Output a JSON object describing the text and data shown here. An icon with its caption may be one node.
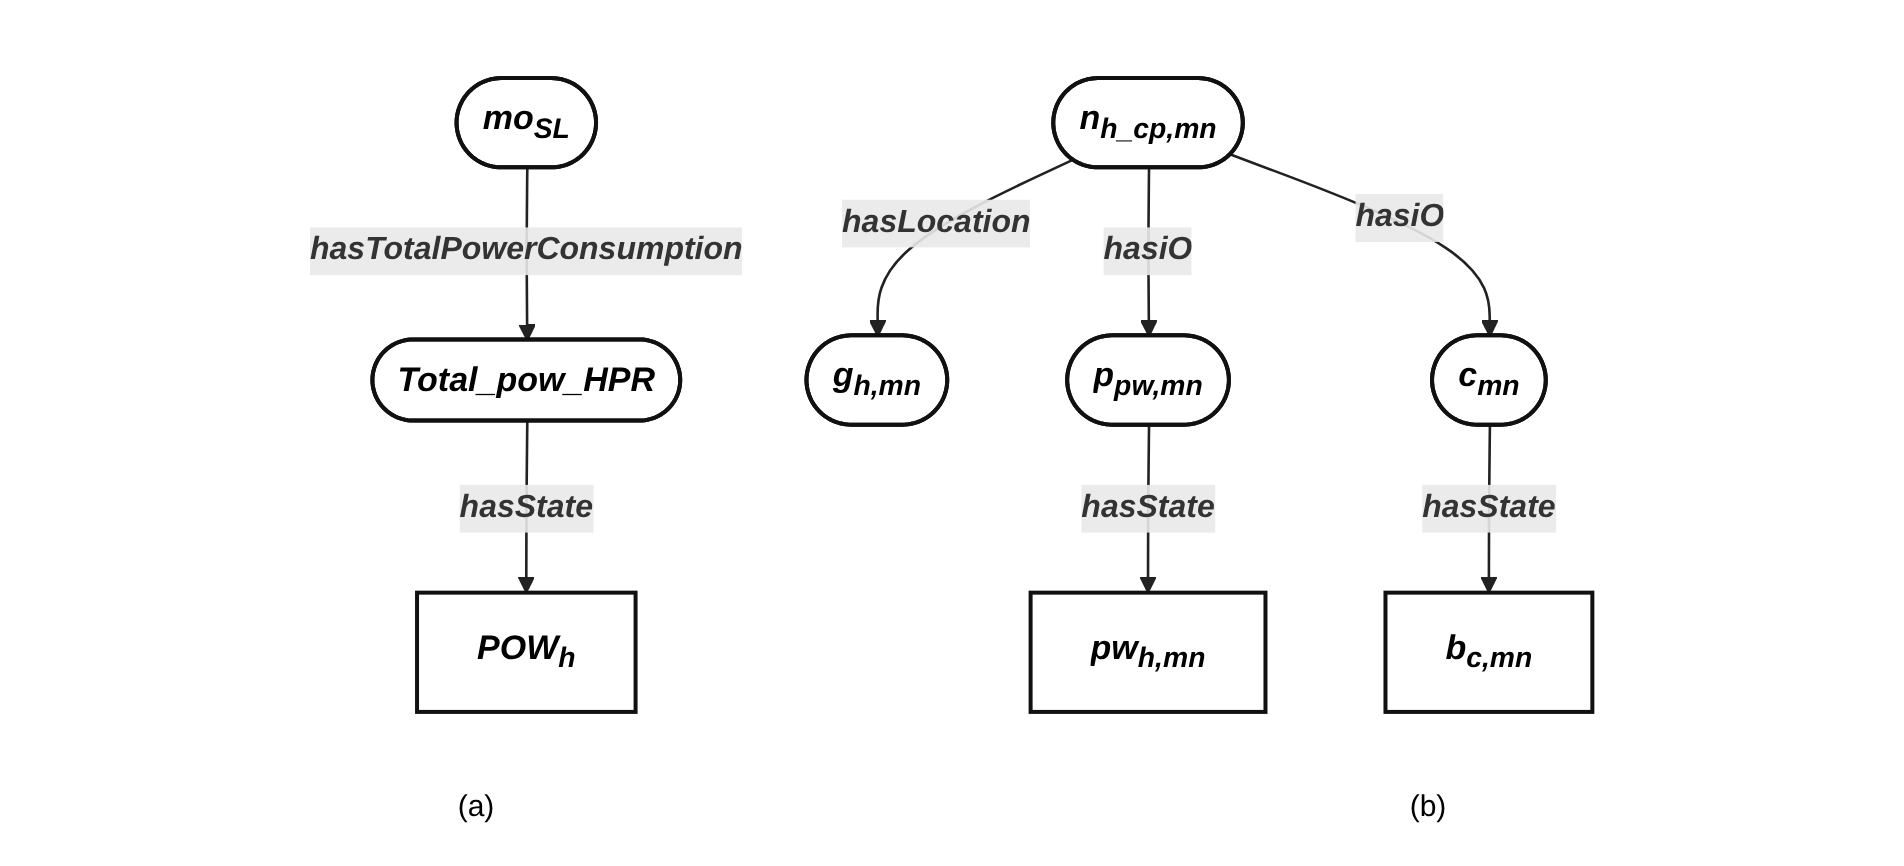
{
  "diagram": {
    "nodes": [
      {
        "text": [
          "Total_pow_HPR"
        ]
      },
      {
        "text": [
          "mo$_{SL}$"
        ]
      },
      {
        "text": [
          "POW$_{h}$"
        ]
      },
      {
        "text": [
          "n$_{h_cp,mn}$"
        ]
      },
      {
        "text": [
          "g$_{h,mn}$"
        ]
      },
      {
        "text": [
          "p$_{pw,mn}$"
        ]
      },
      {
        "text": [
          "c$_{mn}$"
        ]
      },
      {
        "text": [
          "pw$_{h,mn}$"
        ]
      },
      {
        "text": [
          "b$_{c,mn}$"
        ]
      }
    ],
    "edges": [
      {
        "from": 1,
        "to": 0,
        "arrow": "to",
        "label": "hasTotalPowerConsumption"
      },
      {
        "from": 0,
        "to": 2,
        "arrow": "to",
        "label": "hasState"
      },
      {
        "from": 3,
        "to": 4,
        "arrow": "to",
        "label": "hasLocation"
      },
      {
        "from": 3,
        "to": 5,
        "arrow": "to",
        "label": "hasiO"
      },
      {
        "from": 3,
        "to": 6,
        "arrow": "to",
        "label": "hasiO"
      },
      {
        "from": 5,
        "to": 7,
        "arrow": "to",
        "label": "hasState"
      },
      {
        "from": 6,
        "to": 8,
        "arrow": "to",
        "label": "hasState"
      }
    ],
    "labels": [
      "(a)",
      "(b)"
    ]
  }
}
